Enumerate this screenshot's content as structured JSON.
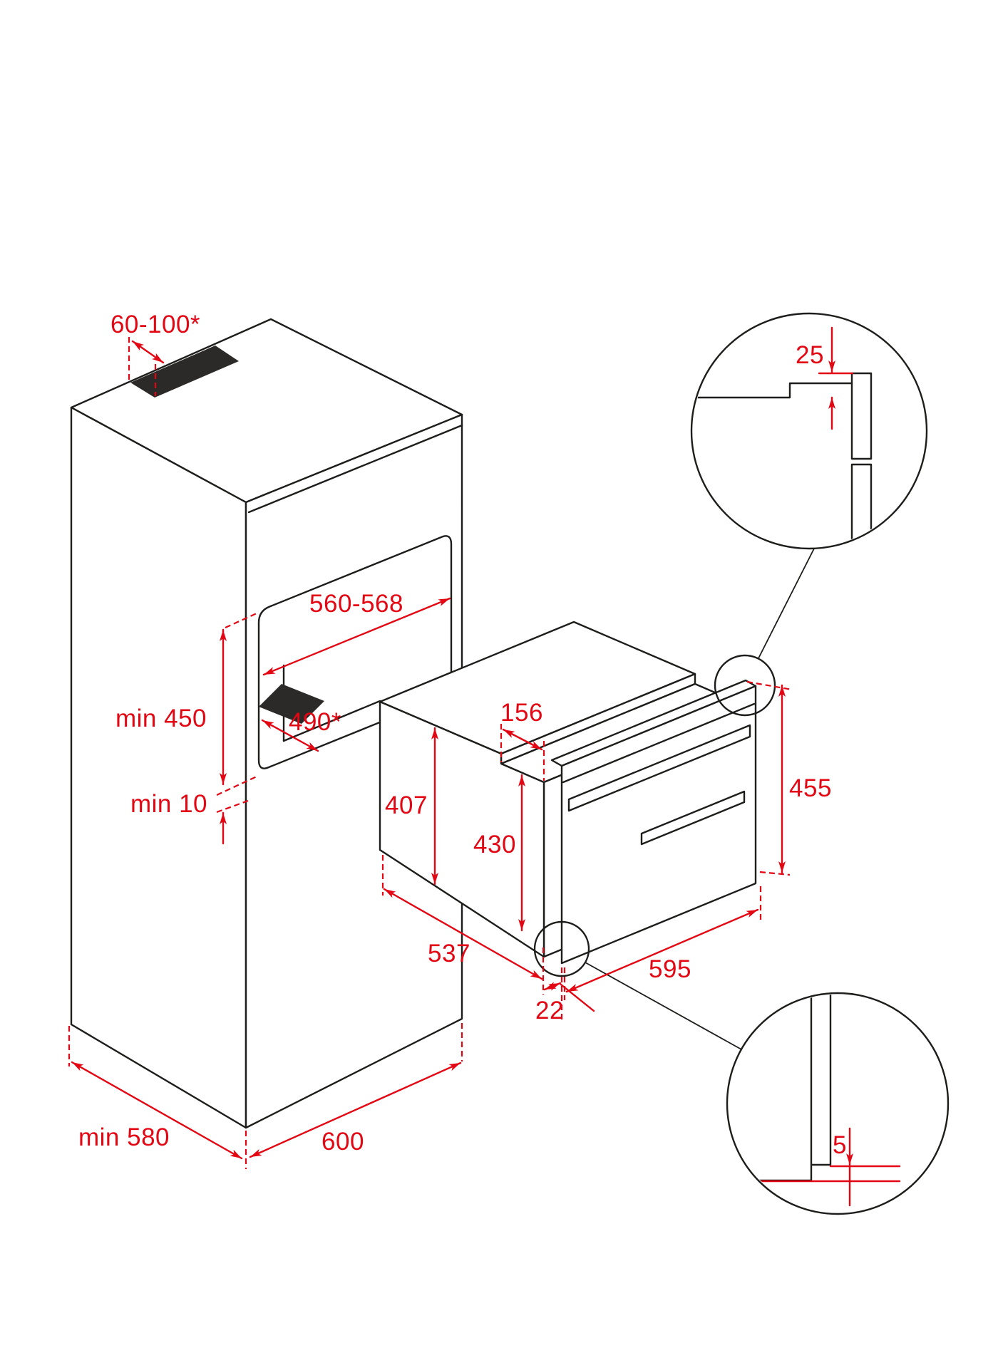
{
  "colors": {
    "line": "#1d1d1b",
    "dimension": "#e30613",
    "vent_fill": "#2b2a29",
    "background": "#ffffff"
  },
  "diagram": {
    "kind": "oven-installation-dimensions",
    "dimensions": {
      "top_vent": {
        "label": "60-100*"
      },
      "niche_width": {
        "label": "560-568"
      },
      "niche_height_min": {
        "label": "min 450"
      },
      "niche_vent_depth": {
        "label": "490*"
      },
      "clearance_below_min": {
        "label": "min 10"
      },
      "body_height": {
        "label": "407"
      },
      "cavity_height": {
        "label": "430"
      },
      "top_recess_depth": {
        "label": "156"
      },
      "body_depth": {
        "label": "537"
      },
      "front_width": {
        "label": "595"
      },
      "door_overhang": {
        "label": "22"
      },
      "front_height": {
        "label": "455"
      },
      "cabinet_depth_min": {
        "label": "min 580"
      },
      "cabinet_width": {
        "label": "600"
      },
      "detail_top_gap": {
        "label": "25"
      },
      "detail_bottom_gap": {
        "label": "5"
      }
    }
  }
}
